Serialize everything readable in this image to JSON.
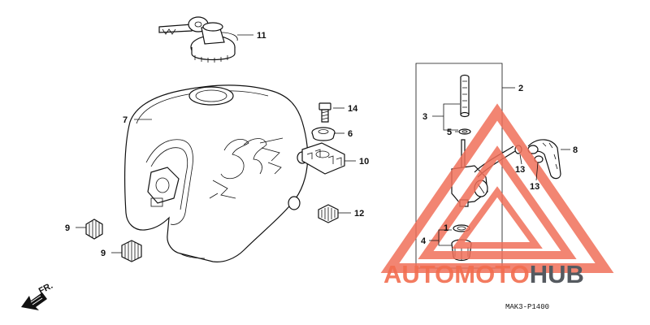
{
  "callouts": {
    "c1": "1",
    "c2": "2",
    "c3": "3",
    "c4": "4",
    "c5": "5",
    "c6": "6",
    "c7": "7",
    "c8": "8",
    "c9a": "9",
    "c9b": "9",
    "c10": "10",
    "c11": "11",
    "c12": "12",
    "c13a": "13",
    "c13b": "13",
    "c14": "14"
  },
  "front_marker": "FR.",
  "diagram_code": "MAK3-P1400",
  "watermark": {
    "part1": "AUTO",
    "part2": "MOTO",
    "part3": "HUB",
    "color_primary": "#f26d4f",
    "color_secondary": "#555a60"
  },
  "triangle_icon": "warning-triangle-logo-icon",
  "colors": {
    "line": "#111111",
    "triangle": "#f0705a"
  }
}
